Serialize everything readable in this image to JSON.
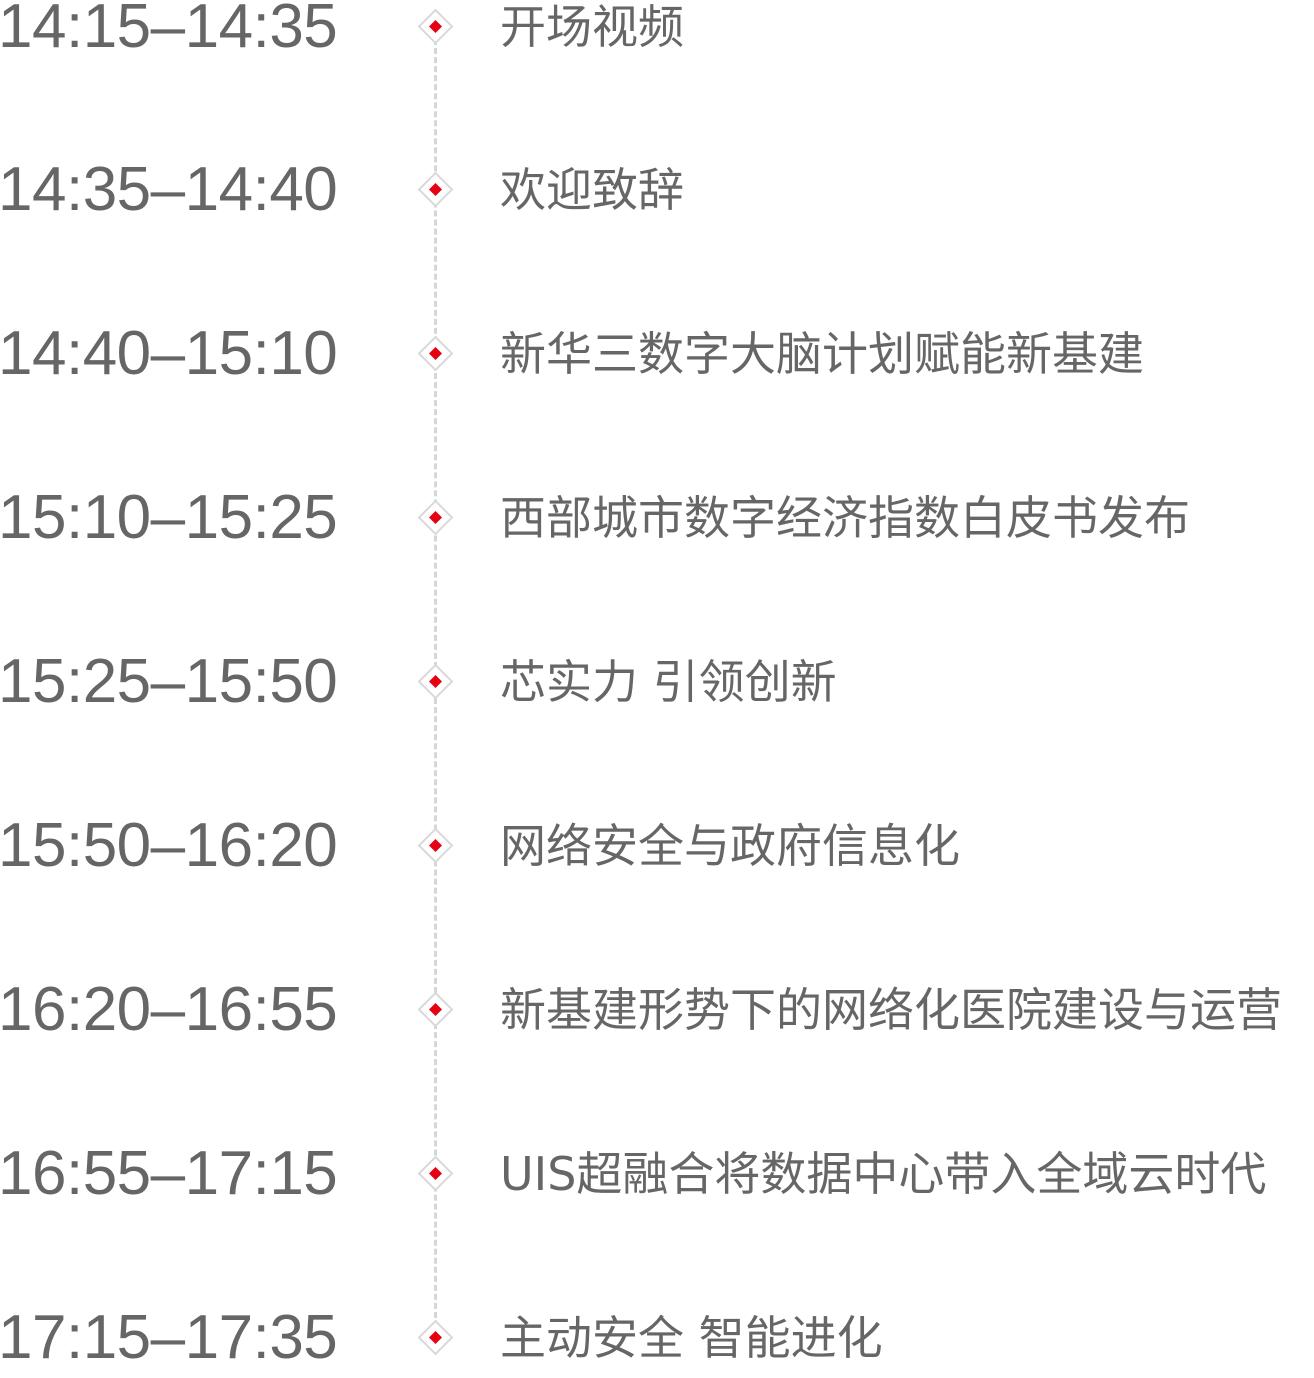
{
  "agenda": [
    {
      "time": "14:15–14:35",
      "title": "开场视频"
    },
    {
      "time": "14:35–14:40",
      "title": "欢迎致辞"
    },
    {
      "time": "14:40–15:10",
      "title": "新华三数字大脑计划赋能新基建"
    },
    {
      "time": "15:10–15:25",
      "title": "西部城市数字经济指数白皮书发布"
    },
    {
      "time": "15:25–15:50",
      "title": "芯实力 引领创新"
    },
    {
      "time": "15:50–16:20",
      "title": "网络安全与政府信息化"
    },
    {
      "time": "16:20–16:55",
      "title": "新基建形势下的网络化医院建设与运营"
    },
    {
      "time": "16:55–17:15",
      "title": "UIS超融合将数据中心带入全域云时代"
    },
    {
      "time": "17:15–17:35",
      "title": "主动安全 智能进化"
    }
  ],
  "colors": {
    "text": "#666666",
    "accent": "#e60012",
    "marker_border": "#d9d9d9",
    "line": "#d6d6d6"
  },
  "icons": {
    "marker": "diamond-marker-icon"
  }
}
